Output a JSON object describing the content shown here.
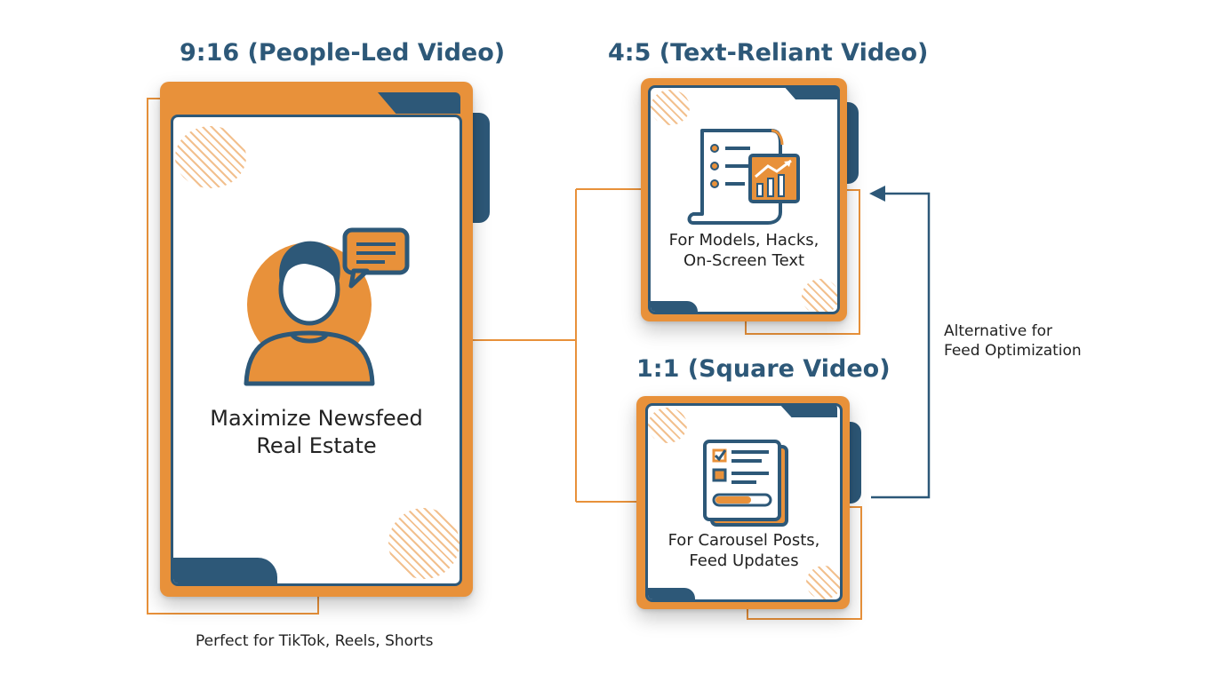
{
  "vertical_card": {
    "title": "9:16 (People-Led Video)",
    "body_line1": "Maximize Newsfeed",
    "body_line2": "Real Estate",
    "caption": "Perfect for TikTok, Reels, Shorts",
    "icon": "person-speech-icon"
  },
  "portrait_card": {
    "title": "4:5 (Text-Reliant Video)",
    "body_line1": "For Models, Hacks,",
    "body_line2": "On-Screen Text",
    "icon": "document-chart-icon"
  },
  "square_card": {
    "title": "1:1 (Square Video)",
    "body_line1": "For Carousel Posts,",
    "body_line2": "Feed Updates",
    "icon": "checklist-progress-icon"
  },
  "side_note": {
    "line1": "Alternative for",
    "line2": "Feed Optimization"
  },
  "colors": {
    "navy": "#2d5878",
    "orange": "#e8913a",
    "light_orange": "#f0b57a"
  }
}
